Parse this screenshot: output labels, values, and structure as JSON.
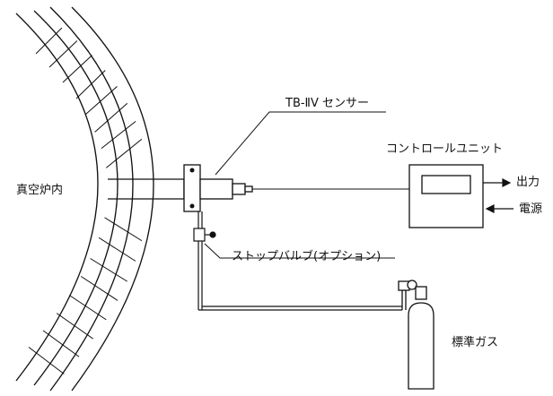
{
  "labels": {
    "sensor": "TB-ⅡV センサー",
    "control_unit": "コントロールユニット",
    "output": "出力",
    "power": "電源",
    "furnace_interior": "真空炉内",
    "stop_valve": "ストップバルブ(オプション)",
    "standard_gas": "標準ガス"
  },
  "colors": {
    "line": "#111111",
    "background": "#ffffff"
  }
}
